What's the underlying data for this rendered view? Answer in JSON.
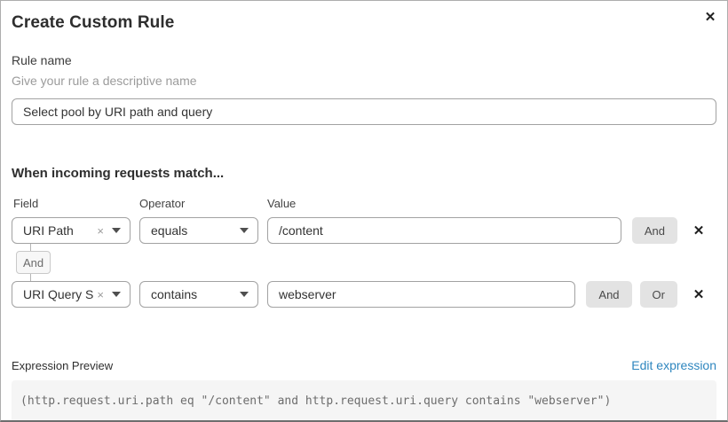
{
  "modal": {
    "title": "Create Custom Rule",
    "close_icon": "✕"
  },
  "rule_name": {
    "label": "Rule name",
    "helper": "Give your rule a descriptive name",
    "value": "Select pool by URI path and query"
  },
  "match_section": {
    "heading": "When incoming requests match...",
    "columns": {
      "field": "Field",
      "operator": "Operator",
      "value": "Value"
    },
    "rows": [
      {
        "field": "URI Path",
        "operator": "equals",
        "value": "/content",
        "and_label": "And",
        "delete_icon": "✕",
        "clear_icon": "×"
      },
      {
        "field": "URI Query St...",
        "operator": "contains",
        "value": "webserver",
        "and_label": "And",
        "or_label": "Or",
        "delete_icon": "✕",
        "clear_icon": "×"
      }
    ],
    "connector_label": "And"
  },
  "expression": {
    "label": "Expression Preview",
    "edit_link": "Edit expression",
    "code": "(http.request.uri.path eq \"/content\" and http.request.uri.query contains \"webserver\")"
  },
  "colors": {
    "link_blue": "#2e86bf",
    "button_gray": "#e3e3e3",
    "code_background": "#f5f5f5",
    "border_gray": "#a2a2a2"
  }
}
